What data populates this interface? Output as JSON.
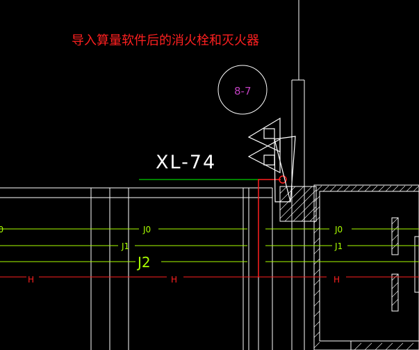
{
  "caption": "导入算量软件后的消火栓和灭火器",
  "tags": {
    "circle_tag": "8-7",
    "riser_label": "XL-74"
  },
  "pipe_labels": {
    "j0": "J0",
    "j1": "J1",
    "j2": "J2",
    "h": "H"
  },
  "colors": {
    "background": "#000000",
    "caption": "#ff2020",
    "circle_tag_text": "#c040c0",
    "j0_line": "#aaff00",
    "j1_line": "#aaff00",
    "j2_line": "#aaff00",
    "h_line": "#ff2020",
    "riser_line": "#00ff00",
    "walls": "#ffffff"
  }
}
